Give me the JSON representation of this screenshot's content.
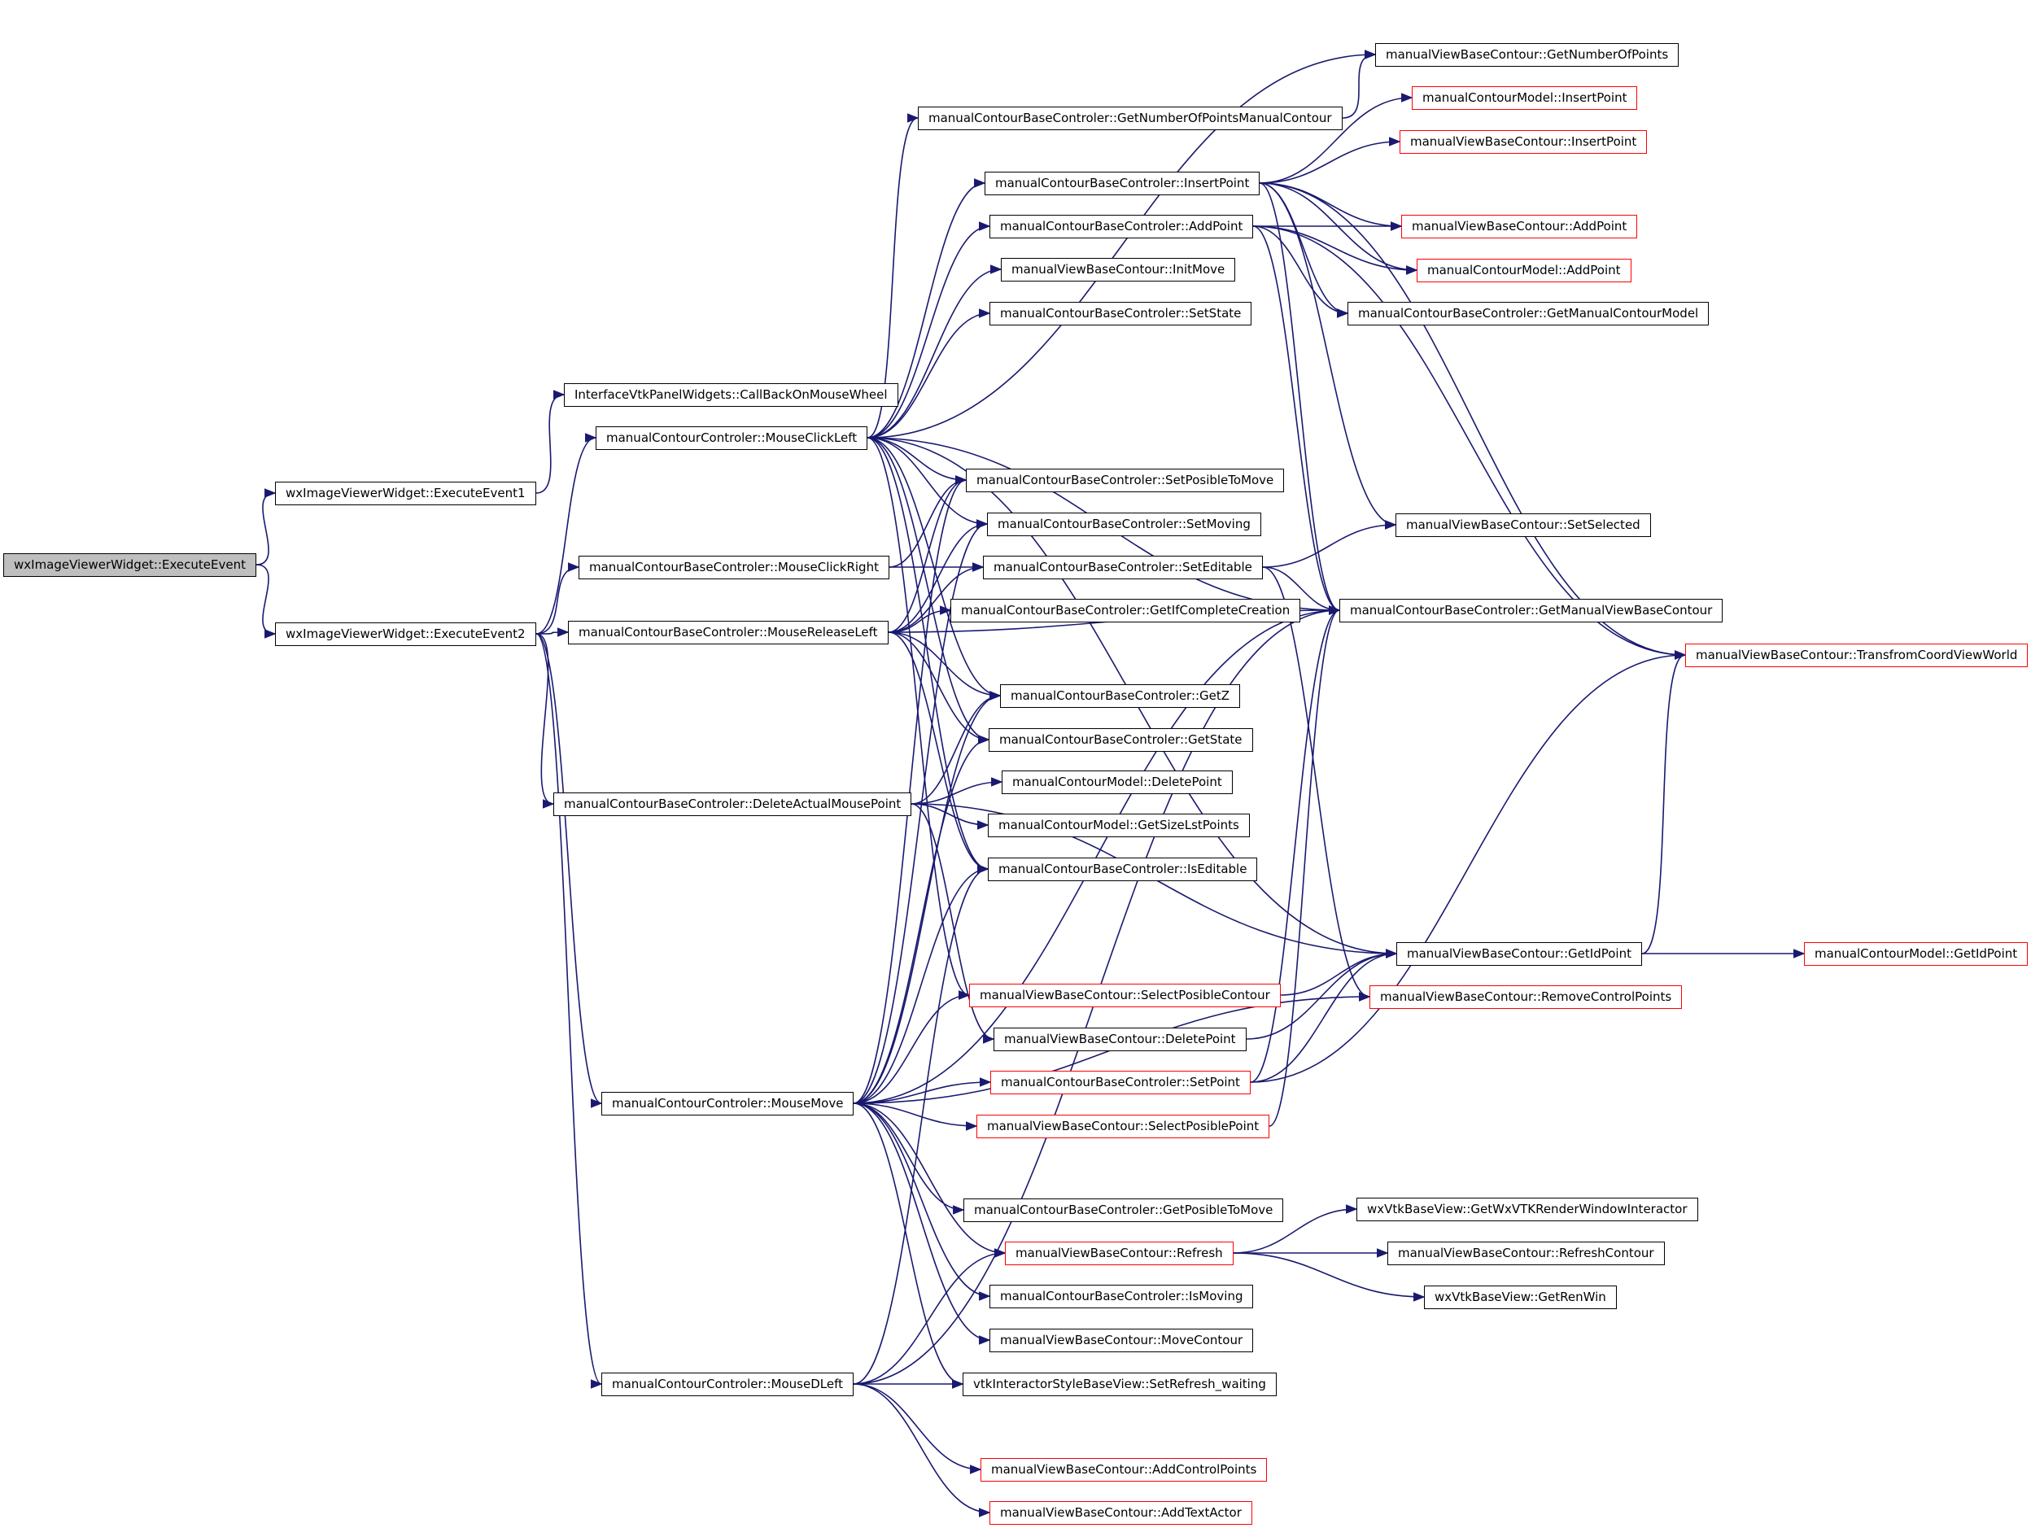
{
  "diagram": {
    "colors": {
      "edge": "#191970",
      "root_fill": "#bfbfbf",
      "node_border": "#000000",
      "incomplete_border": "#ff0000"
    },
    "nodes": [
      {
        "id": "n0",
        "label": "wxImageViewerWidget::ExecuteEvent",
        "kind": "root"
      },
      {
        "id": "n1",
        "label": "wxImageViewerWidget::ExecuteEvent1",
        "kind": "normal"
      },
      {
        "id": "n2",
        "label": "wxImageViewerWidget::ExecuteEvent2",
        "kind": "normal"
      },
      {
        "id": "n3",
        "label": "InterfaceVtkPanelWidgets::CallBackOnMouseWheel",
        "kind": "normal"
      },
      {
        "id": "n4",
        "label": "manualContourControler::MouseClickLeft",
        "kind": "normal"
      },
      {
        "id": "n5",
        "label": "manualContourBaseControler::MouseClickRight",
        "kind": "normal"
      },
      {
        "id": "n6",
        "label": "manualContourBaseControler::MouseReleaseLeft",
        "kind": "normal"
      },
      {
        "id": "n7",
        "label": "manualContourBaseControler::DeleteActualMousePoint",
        "kind": "normal"
      },
      {
        "id": "n8",
        "label": "manualContourControler::MouseMove",
        "kind": "normal"
      },
      {
        "id": "n9",
        "label": "manualContourControler::MouseDLeft",
        "kind": "normal"
      },
      {
        "id": "n10",
        "label": "manualContourBaseControler::GetNumberOfPointsManualContour",
        "kind": "normal"
      },
      {
        "id": "n11",
        "label": "manualContourBaseControler::InsertPoint",
        "kind": "normal"
      },
      {
        "id": "n12",
        "label": "manualContourBaseControler::AddPoint",
        "kind": "normal"
      },
      {
        "id": "n13",
        "label": "manualViewBaseContour::InitMove",
        "kind": "normal"
      },
      {
        "id": "n14",
        "label": "manualContourBaseControler::SetState",
        "kind": "normal"
      },
      {
        "id": "n15",
        "label": "manualContourBaseControler::SetPosibleToMove",
        "kind": "normal"
      },
      {
        "id": "n16",
        "label": "manualContourBaseControler::SetMoving",
        "kind": "normal"
      },
      {
        "id": "n17",
        "label": "manualContourBaseControler::SetEditable",
        "kind": "normal"
      },
      {
        "id": "n18",
        "label": "manualContourBaseControler::GetIfCompleteCreation",
        "kind": "normal"
      },
      {
        "id": "n19",
        "label": "manualContourBaseControler::GetZ",
        "kind": "normal"
      },
      {
        "id": "n20",
        "label": "manualContourBaseControler::GetState",
        "kind": "normal"
      },
      {
        "id": "n21",
        "label": "manualContourModel::DeletePoint",
        "kind": "normal"
      },
      {
        "id": "n22",
        "label": "manualContourModel::GetSizeLstPoints",
        "kind": "normal"
      },
      {
        "id": "n23",
        "label": "manualContourBaseControler::IsEditable",
        "kind": "normal"
      },
      {
        "id": "n24",
        "label": "manualViewBaseContour::SelectPosibleContour",
        "kind": "incomplete"
      },
      {
        "id": "n25",
        "label": "manualViewBaseContour::DeletePoint",
        "kind": "normal"
      },
      {
        "id": "n26",
        "label": "manualContourBaseControler::SetPoint",
        "kind": "incomplete"
      },
      {
        "id": "n27",
        "label": "manualViewBaseContour::SelectPosiblePoint",
        "kind": "incomplete"
      },
      {
        "id": "n28",
        "label": "manualContourBaseControler::GetPosibleToMove",
        "kind": "normal"
      },
      {
        "id": "n29",
        "label": "manualViewBaseContour::Refresh",
        "kind": "incomplete"
      },
      {
        "id": "n30",
        "label": "manualContourBaseControler::IsMoving",
        "kind": "normal"
      },
      {
        "id": "n31",
        "label": "manualViewBaseContour::MoveContour",
        "kind": "normal"
      },
      {
        "id": "n32",
        "label": "vtkInteractorStyleBaseView::SetRefresh_waiting",
        "kind": "normal"
      },
      {
        "id": "n33",
        "label": "manualViewBaseContour::AddControlPoints",
        "kind": "incomplete"
      },
      {
        "id": "n34",
        "label": "manualViewBaseContour::AddTextActor",
        "kind": "incomplete"
      },
      {
        "id": "n35",
        "label": "manualViewBaseContour::GetNumberOfPoints",
        "kind": "normal"
      },
      {
        "id": "n36",
        "label": "manualContourModel::InsertPoint",
        "kind": "incomplete"
      },
      {
        "id": "n37",
        "label": "manualViewBaseContour::InsertPoint",
        "kind": "incomplete"
      },
      {
        "id": "n38",
        "label": "manualViewBaseContour::AddPoint",
        "kind": "incomplete"
      },
      {
        "id": "n39",
        "label": "manualContourModel::AddPoint",
        "kind": "incomplete"
      },
      {
        "id": "n40",
        "label": "manualContourBaseControler::GetManualContourModel",
        "kind": "normal"
      },
      {
        "id": "n41",
        "label": "manualViewBaseContour::SetSelected",
        "kind": "normal"
      },
      {
        "id": "n42",
        "label": "manualContourBaseControler::GetManualViewBaseContour",
        "kind": "normal"
      },
      {
        "id": "n43",
        "label": "manualViewBaseContour::GetIdPoint",
        "kind": "normal"
      },
      {
        "id": "n44",
        "label": "manualViewBaseContour::RemoveControlPoints",
        "kind": "incomplete"
      },
      {
        "id": "n45",
        "label": "wxVtkBaseView::GetWxVTKRenderWindowInteractor",
        "kind": "normal"
      },
      {
        "id": "n46",
        "label": "manualViewBaseContour::RefreshContour",
        "kind": "normal"
      },
      {
        "id": "n47",
        "label": "wxVtkBaseView::GetRenWin",
        "kind": "normal"
      },
      {
        "id": "n48",
        "label": "manualViewBaseContour::TransfromCoordViewWorld",
        "kind": "incomplete"
      },
      {
        "id": "n49",
        "label": "manualContourModel::GetIdPoint",
        "kind": "incomplete"
      }
    ],
    "edges": [
      [
        "n0",
        "n1"
      ],
      [
        "n0",
        "n2"
      ],
      [
        "n1",
        "n3"
      ],
      [
        "n2",
        "n4"
      ],
      [
        "n2",
        "n5"
      ],
      [
        "n2",
        "n6"
      ],
      [
        "n2",
        "n7"
      ],
      [
        "n2",
        "n8"
      ],
      [
        "n2",
        "n9"
      ],
      [
        "n4",
        "n10"
      ],
      [
        "n4",
        "n11"
      ],
      [
        "n4",
        "n12"
      ],
      [
        "n4",
        "n13"
      ],
      [
        "n4",
        "n14"
      ],
      [
        "n4",
        "n15"
      ],
      [
        "n4",
        "n16"
      ],
      [
        "n4",
        "n19"
      ],
      [
        "n4",
        "n20"
      ],
      [
        "n4",
        "n23"
      ],
      [
        "n4",
        "n24"
      ],
      [
        "n4",
        "n35"
      ],
      [
        "n4",
        "n42"
      ],
      [
        "n4",
        "n43"
      ],
      [
        "n5",
        "n15"
      ],
      [
        "n5",
        "n17"
      ],
      [
        "n6",
        "n15"
      ],
      [
        "n6",
        "n16"
      ],
      [
        "n6",
        "n17"
      ],
      [
        "n6",
        "n18"
      ],
      [
        "n6",
        "n19"
      ],
      [
        "n6",
        "n20"
      ],
      [
        "n6",
        "n23"
      ],
      [
        "n6",
        "n42"
      ],
      [
        "n7",
        "n19"
      ],
      [
        "n7",
        "n21"
      ],
      [
        "n7",
        "n22"
      ],
      [
        "n7",
        "n25"
      ],
      [
        "n7",
        "n43"
      ],
      [
        "n8",
        "n15"
      ],
      [
        "n8",
        "n16"
      ],
      [
        "n8",
        "n19"
      ],
      [
        "n8",
        "n20"
      ],
      [
        "n8",
        "n23"
      ],
      [
        "n8",
        "n24"
      ],
      [
        "n8",
        "n26"
      ],
      [
        "n8",
        "n27"
      ],
      [
        "n8",
        "n28"
      ],
      [
        "n8",
        "n29"
      ],
      [
        "n8",
        "n30"
      ],
      [
        "n8",
        "n31"
      ],
      [
        "n8",
        "n32"
      ],
      [
        "n8",
        "n42"
      ],
      [
        "n8",
        "n44"
      ],
      [
        "n9",
        "n23"
      ],
      [
        "n9",
        "n29"
      ],
      [
        "n9",
        "n32"
      ],
      [
        "n9",
        "n33"
      ],
      [
        "n9",
        "n34"
      ],
      [
        "n9",
        "n42"
      ],
      [
        "n10",
        "n35"
      ],
      [
        "n11",
        "n36"
      ],
      [
        "n11",
        "n37"
      ],
      [
        "n11",
        "n38"
      ],
      [
        "n11",
        "n39"
      ],
      [
        "n11",
        "n40"
      ],
      [
        "n11",
        "n42"
      ],
      [
        "n11",
        "n48"
      ],
      [
        "n11",
        "n41"
      ],
      [
        "n12",
        "n38"
      ],
      [
        "n12",
        "n39"
      ],
      [
        "n12",
        "n40"
      ],
      [
        "n12",
        "n42"
      ],
      [
        "n12",
        "n48"
      ],
      [
        "n17",
        "n41"
      ],
      [
        "n17",
        "n42"
      ],
      [
        "n17",
        "n44"
      ],
      [
        "n24",
        "n43"
      ],
      [
        "n25",
        "n43"
      ],
      [
        "n26",
        "n42"
      ],
      [
        "n26",
        "n48"
      ],
      [
        "n26",
        "n43"
      ],
      [
        "n27",
        "n42"
      ],
      [
        "n29",
        "n45"
      ],
      [
        "n29",
        "n46"
      ],
      [
        "n29",
        "n47"
      ],
      [
        "n43",
        "n48"
      ],
      [
        "n43",
        "n49"
      ]
    ]
  }
}
